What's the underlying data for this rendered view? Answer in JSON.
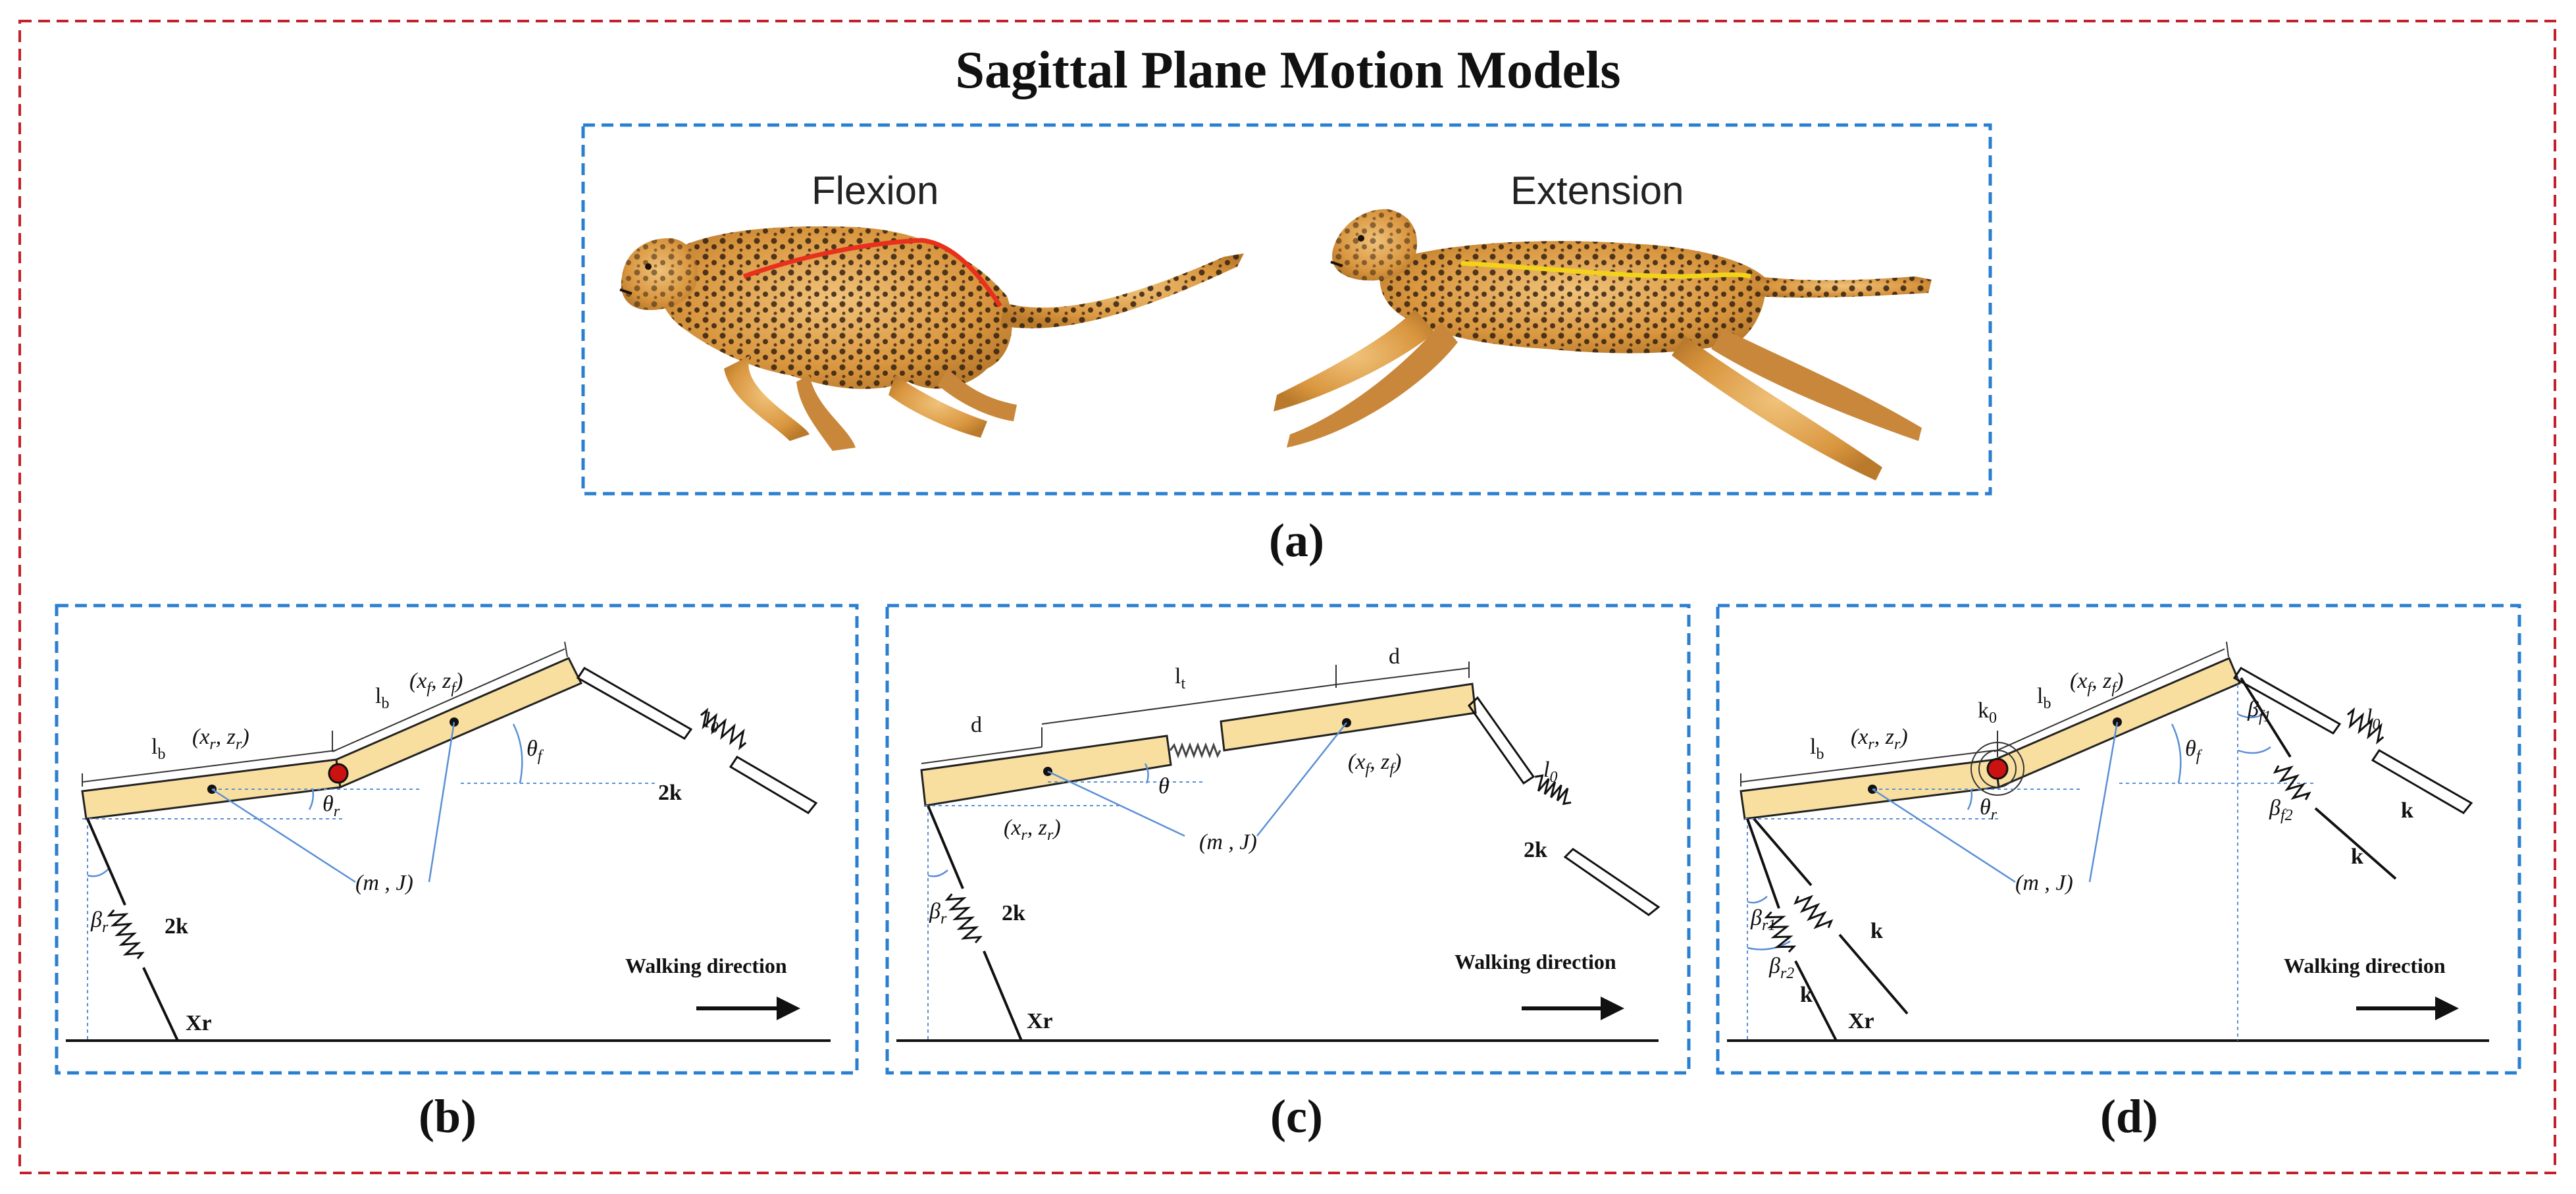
{
  "title": "Sagittal Plane Motion Models",
  "captions": {
    "a": "(a)",
    "b": "(b)",
    "c": "(c)",
    "d": "(d)"
  },
  "panel_a": {
    "flexion_label": "Flexion",
    "extension_label": "Extension"
  },
  "panel_b": {
    "lb_left": "l",
    "lb_left_sub": "b",
    "rear_coord": "(x",
    "rear_coord_sub": "r",
    "rear_coord_mid": ", z",
    "rear_coord_sub2": "r",
    "rear_coord_end": ")",
    "lb_right": "l",
    "lb_right_sub": "b",
    "front_coord": "(x",
    "front_coord_sub": "f",
    "front_coord_mid": ", z",
    "front_coord_sub2": "f",
    "front_coord_end": ")",
    "theta_f": "θ",
    "theta_f_sub": "f",
    "theta_r": "θ",
    "theta_r_sub": "r",
    "mj": "(m , J)",
    "l0": "l",
    "l0_sub": "0",
    "front_k": "2k",
    "rear_k": "2k",
    "beta_r": "β",
    "beta_r_sub": "r",
    "xr": "Xr",
    "walking": "Walking direction"
  },
  "panel_c": {
    "d_left": "d",
    "lt": "l",
    "lt_sub": "t",
    "d_right": "d",
    "front_coord": "(x",
    "front_coord_sub": "f",
    "front_coord_mid": ", z",
    "front_coord_sub2": "f",
    "front_coord_end": ")",
    "rear_coord": "(x",
    "rear_coord_sub": "r",
    "rear_coord_mid": ", z",
    "rear_coord_sub2": "r",
    "rear_coord_end": ")",
    "theta": "θ",
    "mj": "(m , J)",
    "l0": "l",
    "l0_sub": "0",
    "front_k": "2k",
    "rear_k": "2k",
    "beta_r": "β",
    "beta_r_sub": "r",
    "xr": "Xr",
    "walking": "Walking direction"
  },
  "panel_d": {
    "lb_left": "l",
    "lb_left_sub": "b",
    "rear_coord": "(x",
    "rear_coord_sub": "r",
    "rear_coord_mid": ", z",
    "rear_coord_sub2": "r",
    "rear_coord_end": ")",
    "k0": "k",
    "k0_sub": "0",
    "lb_right": "l",
    "lb_right_sub": "b",
    "front_coord": "(x",
    "front_coord_sub": "f",
    "front_coord_mid": ", z",
    "front_coord_sub2": "f",
    "front_coord_end": ")",
    "theta_f": "θ",
    "theta_f_sub": "f",
    "theta_r": "θ",
    "theta_r_sub": "r",
    "mj": "(m , J)",
    "l0": "l",
    "l0_sub": "0",
    "beta_f1": "β",
    "beta_f1_sub": "f1",
    "beta_f2": "β",
    "beta_f2_sub": "f2",
    "k_f1": "k",
    "k_f2": "k",
    "beta_r1": "β",
    "beta_r1_sub": "r1",
    "beta_r2": "β",
    "beta_r2_sub": "r2",
    "k_r1": "k",
    "k_r2": "k",
    "xr": "Xr",
    "walking": "Walking direction"
  },
  "colors": {
    "outer_border": "#c4202a",
    "panel_border": "#2a7fd0",
    "body_fill": "#f8dfa0",
    "joint_red": "#cc1111",
    "guide_blue": "#5a8fd6",
    "spine_flexion": "#e8301c",
    "spine_extension": "#f2d21a",
    "cheetah_fur": "#d99a4a"
  }
}
